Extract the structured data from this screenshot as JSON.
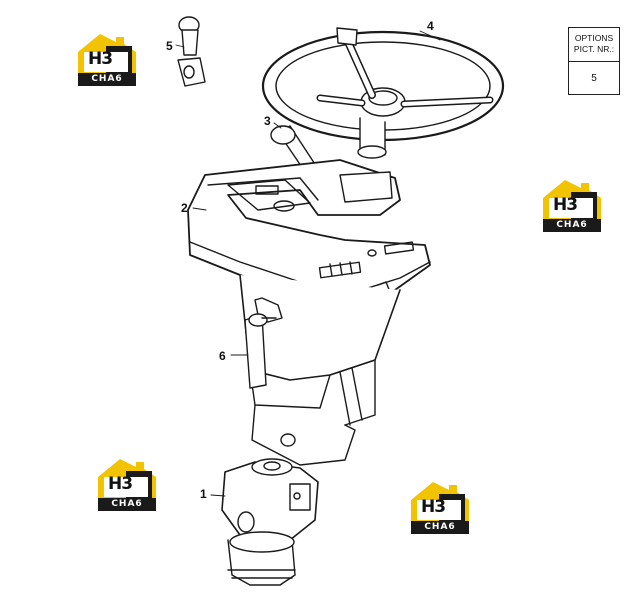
{
  "callouts": [
    {
      "id": "1",
      "text": "1"
    },
    {
      "id": "2",
      "text": "2"
    },
    {
      "id": "3",
      "text": "3"
    },
    {
      "id": "4",
      "text": "4"
    },
    {
      "id": "5",
      "text": "5"
    },
    {
      "id": "6",
      "text": "6"
    }
  ],
  "options_box": {
    "line1": "OPTIONS",
    "line2": "PICT. NR.:",
    "value": "5"
  },
  "watermark": {
    "mark": "H3",
    "caption": "CHA6",
    "colors": {
      "yellow": "#f2c300",
      "dark": "#1a1a1a"
    }
  }
}
